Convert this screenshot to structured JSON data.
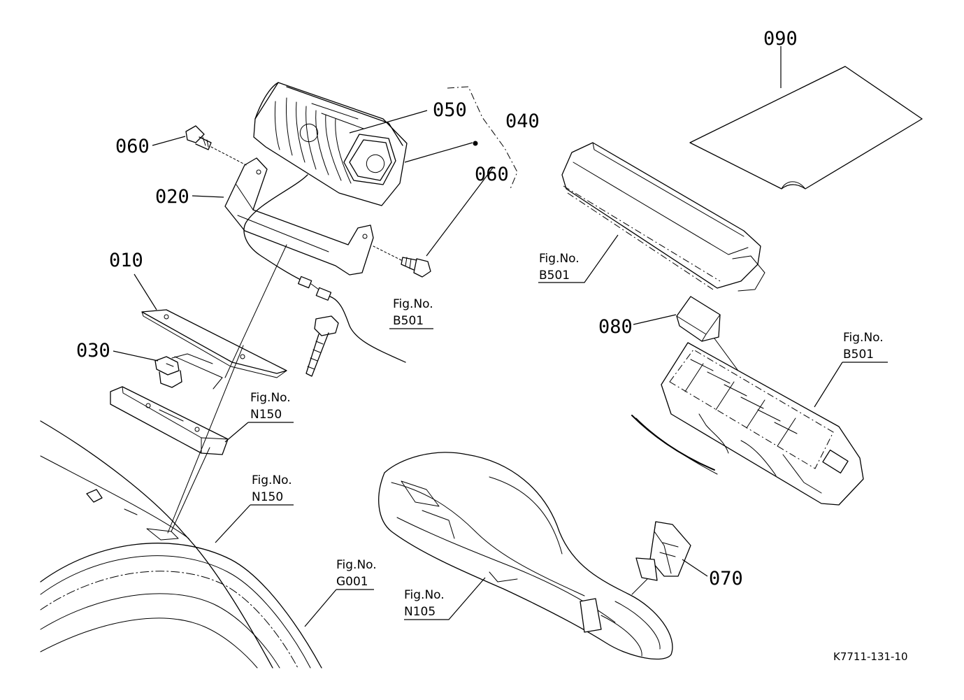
{
  "parts": [
    {
      "id": "090"
    },
    {
      "id": "050"
    },
    {
      "id": "040"
    },
    {
      "id": "060"
    },
    {
      "id": "060"
    },
    {
      "id": "020"
    },
    {
      "id": "010"
    },
    {
      "id": "030"
    },
    {
      "id": "080"
    },
    {
      "id": "070"
    }
  ],
  "figure_refs": [
    {
      "line1": "Fig.No.",
      "line2": "B501"
    },
    {
      "line1": "Fig.No.",
      "line2": "B501"
    },
    {
      "line1": "Fig.No.",
      "line2": "B501"
    },
    {
      "line1": "Fig.No.",
      "line2": "N150"
    },
    {
      "line1": "Fig.No.",
      "line2": "N150"
    },
    {
      "line1": "Fig.No.",
      "line2": "G001"
    },
    {
      "line1": "Fig.No.",
      "line2": "N105"
    }
  ],
  "drawing_code": "K7711-131-10"
}
